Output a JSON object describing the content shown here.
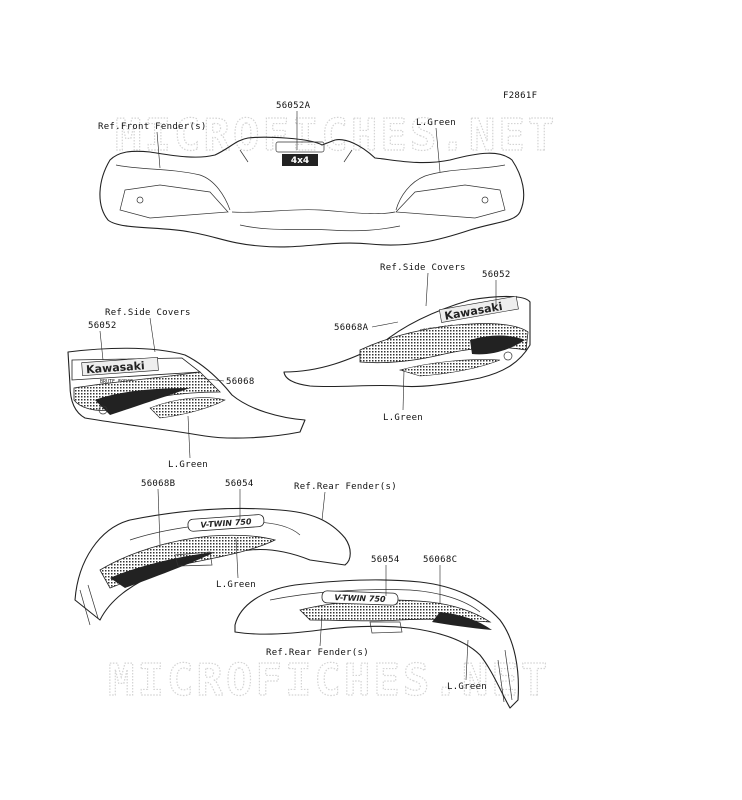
{
  "figure_code": "F2861F",
  "watermark": "MICROFICHES.NET",
  "decal_text": {
    "kawasaki": "Kawasaki",
    "brute_force": "BRUTE FORCE",
    "engine_badge": "V-TWIN 750",
    "badge_4x4": "4x4"
  },
  "callouts": {
    "front_ref": "Ref.Front Fender(s)",
    "front_part": "56052A",
    "front_color": "L.Green",
    "left_ref": "Ref.Side Covers",
    "left_part_a": "56052",
    "left_part_b": "56068",
    "left_color": "L.Green",
    "right_ref": "Ref.Side Covers",
    "right_part_a": "56052",
    "right_part_b": "56068A",
    "right_color": "L.Green",
    "rear1_part_a": "56068B",
    "rear1_part_b": "56054",
    "rear1_ref": "Ref.Rear Fender(s)",
    "rear1_color": "L.Green",
    "rear2_part_a": "56054",
    "rear2_part_b": "56068C",
    "rear2_ref": "Ref.Rear Fender(s)",
    "rear2_color": "L.Green"
  }
}
